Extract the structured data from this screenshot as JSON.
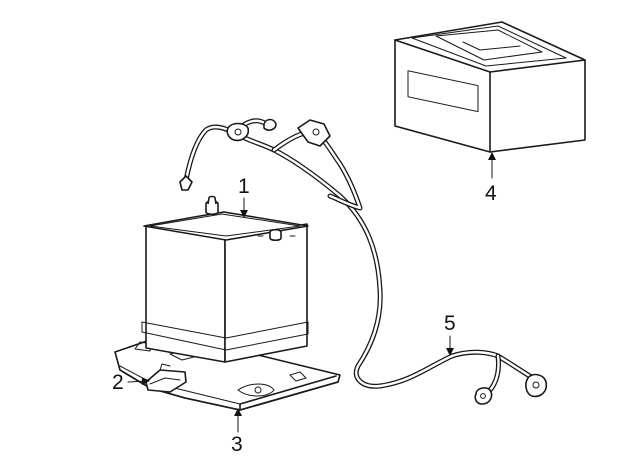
{
  "callouts": {
    "battery": "1",
    "hold_down": "2",
    "tray": "3",
    "cover": "4",
    "cable": "5"
  }
}
